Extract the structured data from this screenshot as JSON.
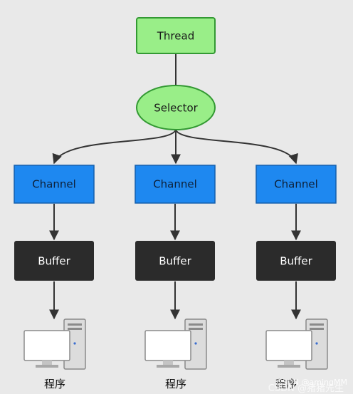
{
  "diagram": {
    "thread": {
      "label": "Thread",
      "fill": "#99ee88",
      "stroke": "#339933"
    },
    "selector": {
      "label": "Selector",
      "fill": "#99ee88",
      "stroke": "#339933"
    },
    "channels": [
      {
        "label": "Channel"
      },
      {
        "label": "Channel"
      },
      {
        "label": "Channel"
      }
    ],
    "buffers": [
      {
        "label": "Buffer"
      },
      {
        "label": "Buffer"
      },
      {
        "label": "Buffer"
      }
    ],
    "programs": [
      {
        "label": "程序"
      },
      {
        "label": "程序"
      },
      {
        "label": "程序"
      }
    ],
    "colors": {
      "channel_fill": "#1e88f0",
      "channel_stroke": "#135fae",
      "buffer_fill": "#2b2b2b",
      "connector": "#333333",
      "background": "#e9e9e9"
    }
  },
  "watermark": {
    "line1": "CSDN @amingMM",
    "line2": "CSDN @猪猪先生"
  }
}
